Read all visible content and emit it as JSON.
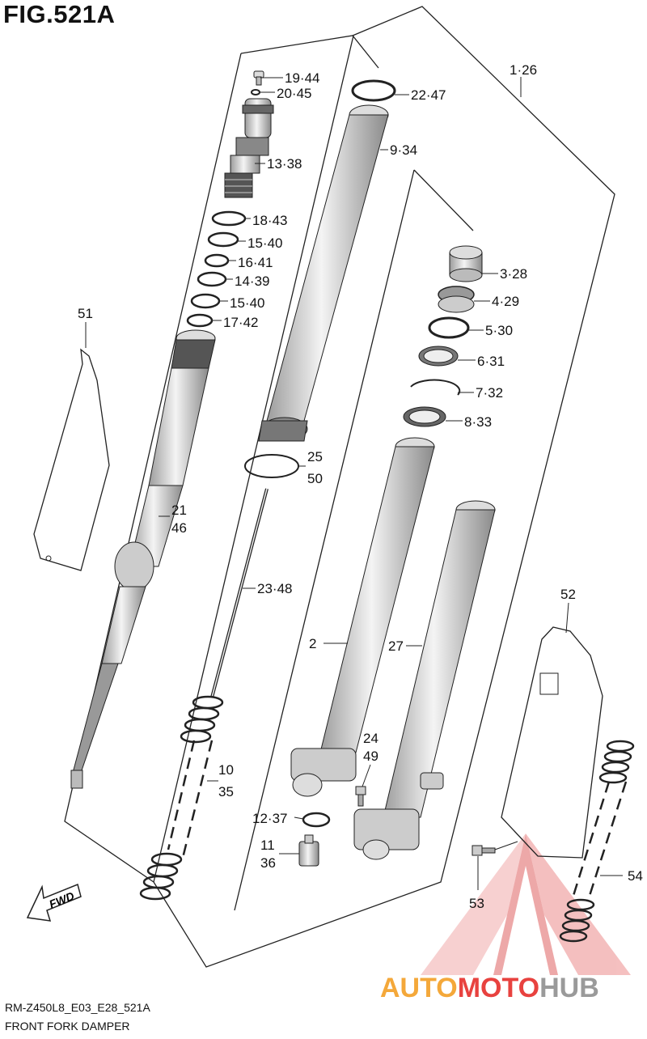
{
  "figure": {
    "title": "FIG.521A"
  },
  "footer": {
    "code": "RM-Z450L8_E03_E28_521A",
    "caption": "FRONT FORK DAMPER"
  },
  "fwd_label": "FWD",
  "callouts": [
    {
      "id": "c-19-44",
      "text": "19·44"
    },
    {
      "id": "c-20-45",
      "text": "20·45"
    },
    {
      "id": "c-13-38",
      "text": "13·38"
    },
    {
      "id": "c-18-43",
      "text": "18·43"
    },
    {
      "id": "c-15-40a",
      "text": "15·40"
    },
    {
      "id": "c-16-41",
      "text": "16·41"
    },
    {
      "id": "c-14-39",
      "text": "14·39"
    },
    {
      "id": "c-15-40b",
      "text": "15·40"
    },
    {
      "id": "c-17-42",
      "text": "17·42"
    },
    {
      "id": "c-22-47",
      "text": "22·47"
    },
    {
      "id": "c-9-34",
      "text": "9·34"
    },
    {
      "id": "c-1-26",
      "text": "1·26"
    },
    {
      "id": "c-3-28",
      "text": "3·28"
    },
    {
      "id": "c-4-29",
      "text": "4·29"
    },
    {
      "id": "c-5-30",
      "text": "5·30"
    },
    {
      "id": "c-6-31",
      "text": "6·31"
    },
    {
      "id": "c-7-32",
      "text": "7·32"
    },
    {
      "id": "c-8-33",
      "text": "8·33"
    },
    {
      "id": "c-51",
      "text": "51"
    },
    {
      "id": "c-21",
      "text": "21"
    },
    {
      "id": "c-46",
      "text": "46"
    },
    {
      "id": "c-25",
      "text": "25"
    },
    {
      "id": "c-50",
      "text": "50"
    },
    {
      "id": "c-23-48",
      "text": "23·48"
    },
    {
      "id": "c-2",
      "text": "2"
    },
    {
      "id": "c-27",
      "text": "27"
    },
    {
      "id": "c-52",
      "text": "52"
    },
    {
      "id": "c-24",
      "text": "24"
    },
    {
      "id": "c-49",
      "text": "49"
    },
    {
      "id": "c-10",
      "text": "10"
    },
    {
      "id": "c-35",
      "text": "35"
    },
    {
      "id": "c-12-37",
      "text": "12·37"
    },
    {
      "id": "c-11",
      "text": "11"
    },
    {
      "id": "c-36",
      "text": "36"
    },
    {
      "id": "c-53",
      "text": "53"
    },
    {
      "id": "c-54",
      "text": "54"
    }
  ],
  "watermark": {
    "part1": "AUTO",
    "part2": "MOTO",
    "part3": "HUB",
    "color_orange": "#f4a83a",
    "color_red": "#e8423f",
    "color_gray": "#9a9a9a"
  },
  "colors": {
    "line": "#222222",
    "part_fill": "#e2e2e2",
    "part_dark": "#555555"
  }
}
